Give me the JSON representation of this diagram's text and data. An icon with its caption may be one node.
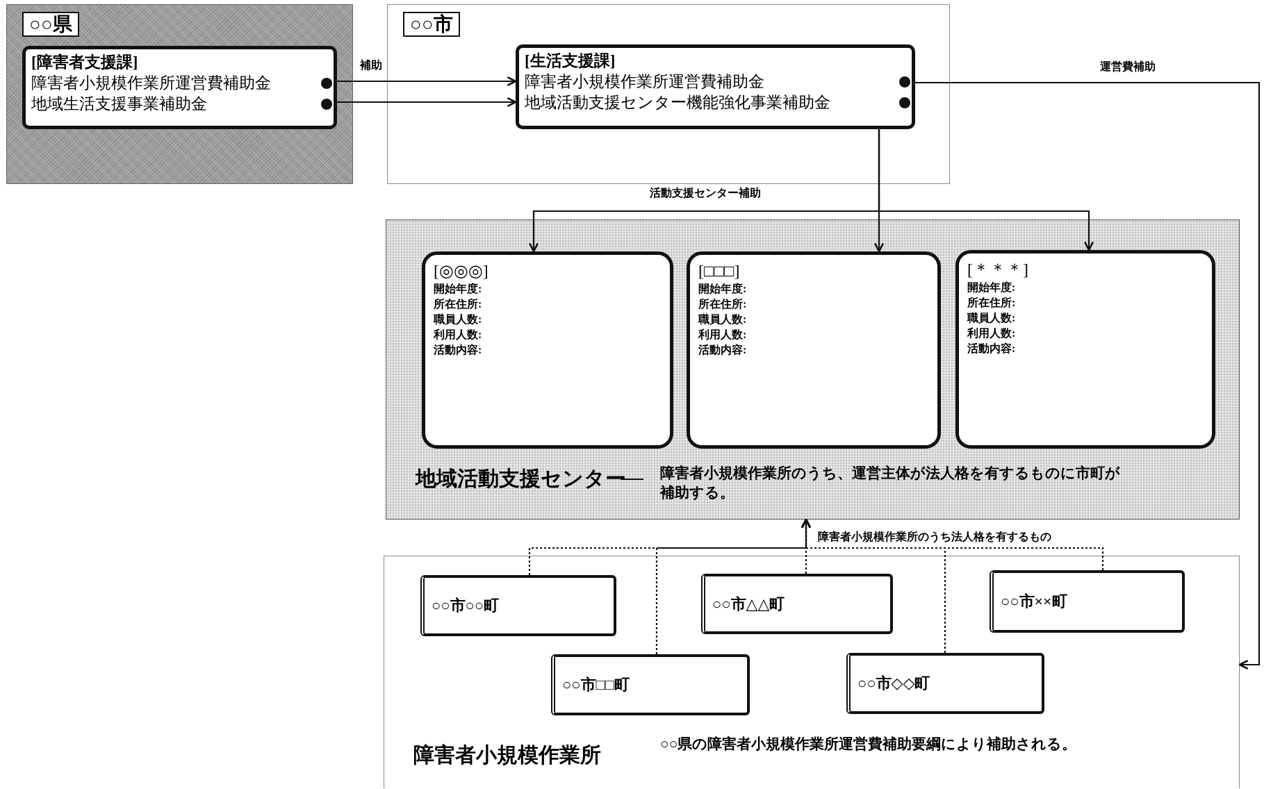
{
  "diagram": {
    "nodes": [
      {
        "text": [
          "○○県"
        ]
      },
      {
        "text": [
          "[障害者支援課]",
          "障害者小規模作業所運営費補助金",
          "地域生活支援事業補助金"
        ],
        "in": 0
      },
      {
        "text": [
          "○○市"
        ]
      },
      {
        "text": [
          "[生活支援課]",
          "障害者小規模作業所運営費補助金",
          "地域活動支援センター機能強化事業補助金"
        ],
        "in": 2
      },
      {
        "text": [
          "地域活動支援センター",
          "障害者小規模作業所のうち、運営主体が法人格を有するものに市町が補助する。"
        ]
      },
      {
        "text": [
          "[◎◎◎]",
          "開始年度:",
          "所在住所:",
          "職員人数:",
          "利用人数:",
          "活動内容:"
        ],
        "in": 4
      },
      {
        "text": [
          "[□□□]",
          "開始年度:",
          "所在住所:",
          "職員人数:",
          "利用人数:",
          "活動内容:"
        ],
        "in": 4
      },
      {
        "text": [
          "[＊＊＊]",
          "開始年度:",
          "所在住所:",
          "職員人数:",
          "利用人数:",
          "活動内容:"
        ],
        "in": 4
      },
      {
        "text": [
          "障害者小規模作業所",
          "○○県の障害者小規模作業所運営費補助要綱により補助される。"
        ]
      },
      {
        "text": [
          "○○市○○町"
        ],
        "in": 8
      },
      {
        "text": [
          "○○市△△町"
        ],
        "in": 8
      },
      {
        "text": [
          "○○市××町"
        ],
        "in": 8
      },
      {
        "text": [
          "○○市□□町"
        ],
        "in": 8
      },
      {
        "text": [
          "○○市◇◇町"
        ],
        "in": 8
      }
    ],
    "edges": [
      {
        "from": 1,
        "to": 3,
        "arrow": "to",
        "label": "補助"
      },
      {
        "from": 1,
        "to": 3,
        "arrow": "to"
      },
      {
        "from": 3,
        "to": 8,
        "arrow": "to",
        "label": "運営費補助"
      },
      {
        "from": 3,
        "to": 5,
        "arrow": "to",
        "label": "活動支援センター補助"
      },
      {
        "from": 3,
        "to": 6,
        "arrow": "to"
      },
      {
        "from": 3,
        "to": 7,
        "arrow": "to"
      },
      {
        "from": 9,
        "to": 4,
        "arrow": "to",
        "style": "dashed"
      },
      {
        "from": 10,
        "to": 4,
        "arrow": "to",
        "style": "dashed",
        "label": "障害者小規模作業所のうち法人格を有するもの"
      },
      {
        "from": 11,
        "to": 4,
        "arrow": "to",
        "style": "dashed"
      },
      {
        "from": 12,
        "to": 4,
        "arrow": "to",
        "style": "dashed"
      },
      {
        "from": 13,
        "to": 4,
        "arrow": "to",
        "style": "dashed"
      }
    ]
  }
}
